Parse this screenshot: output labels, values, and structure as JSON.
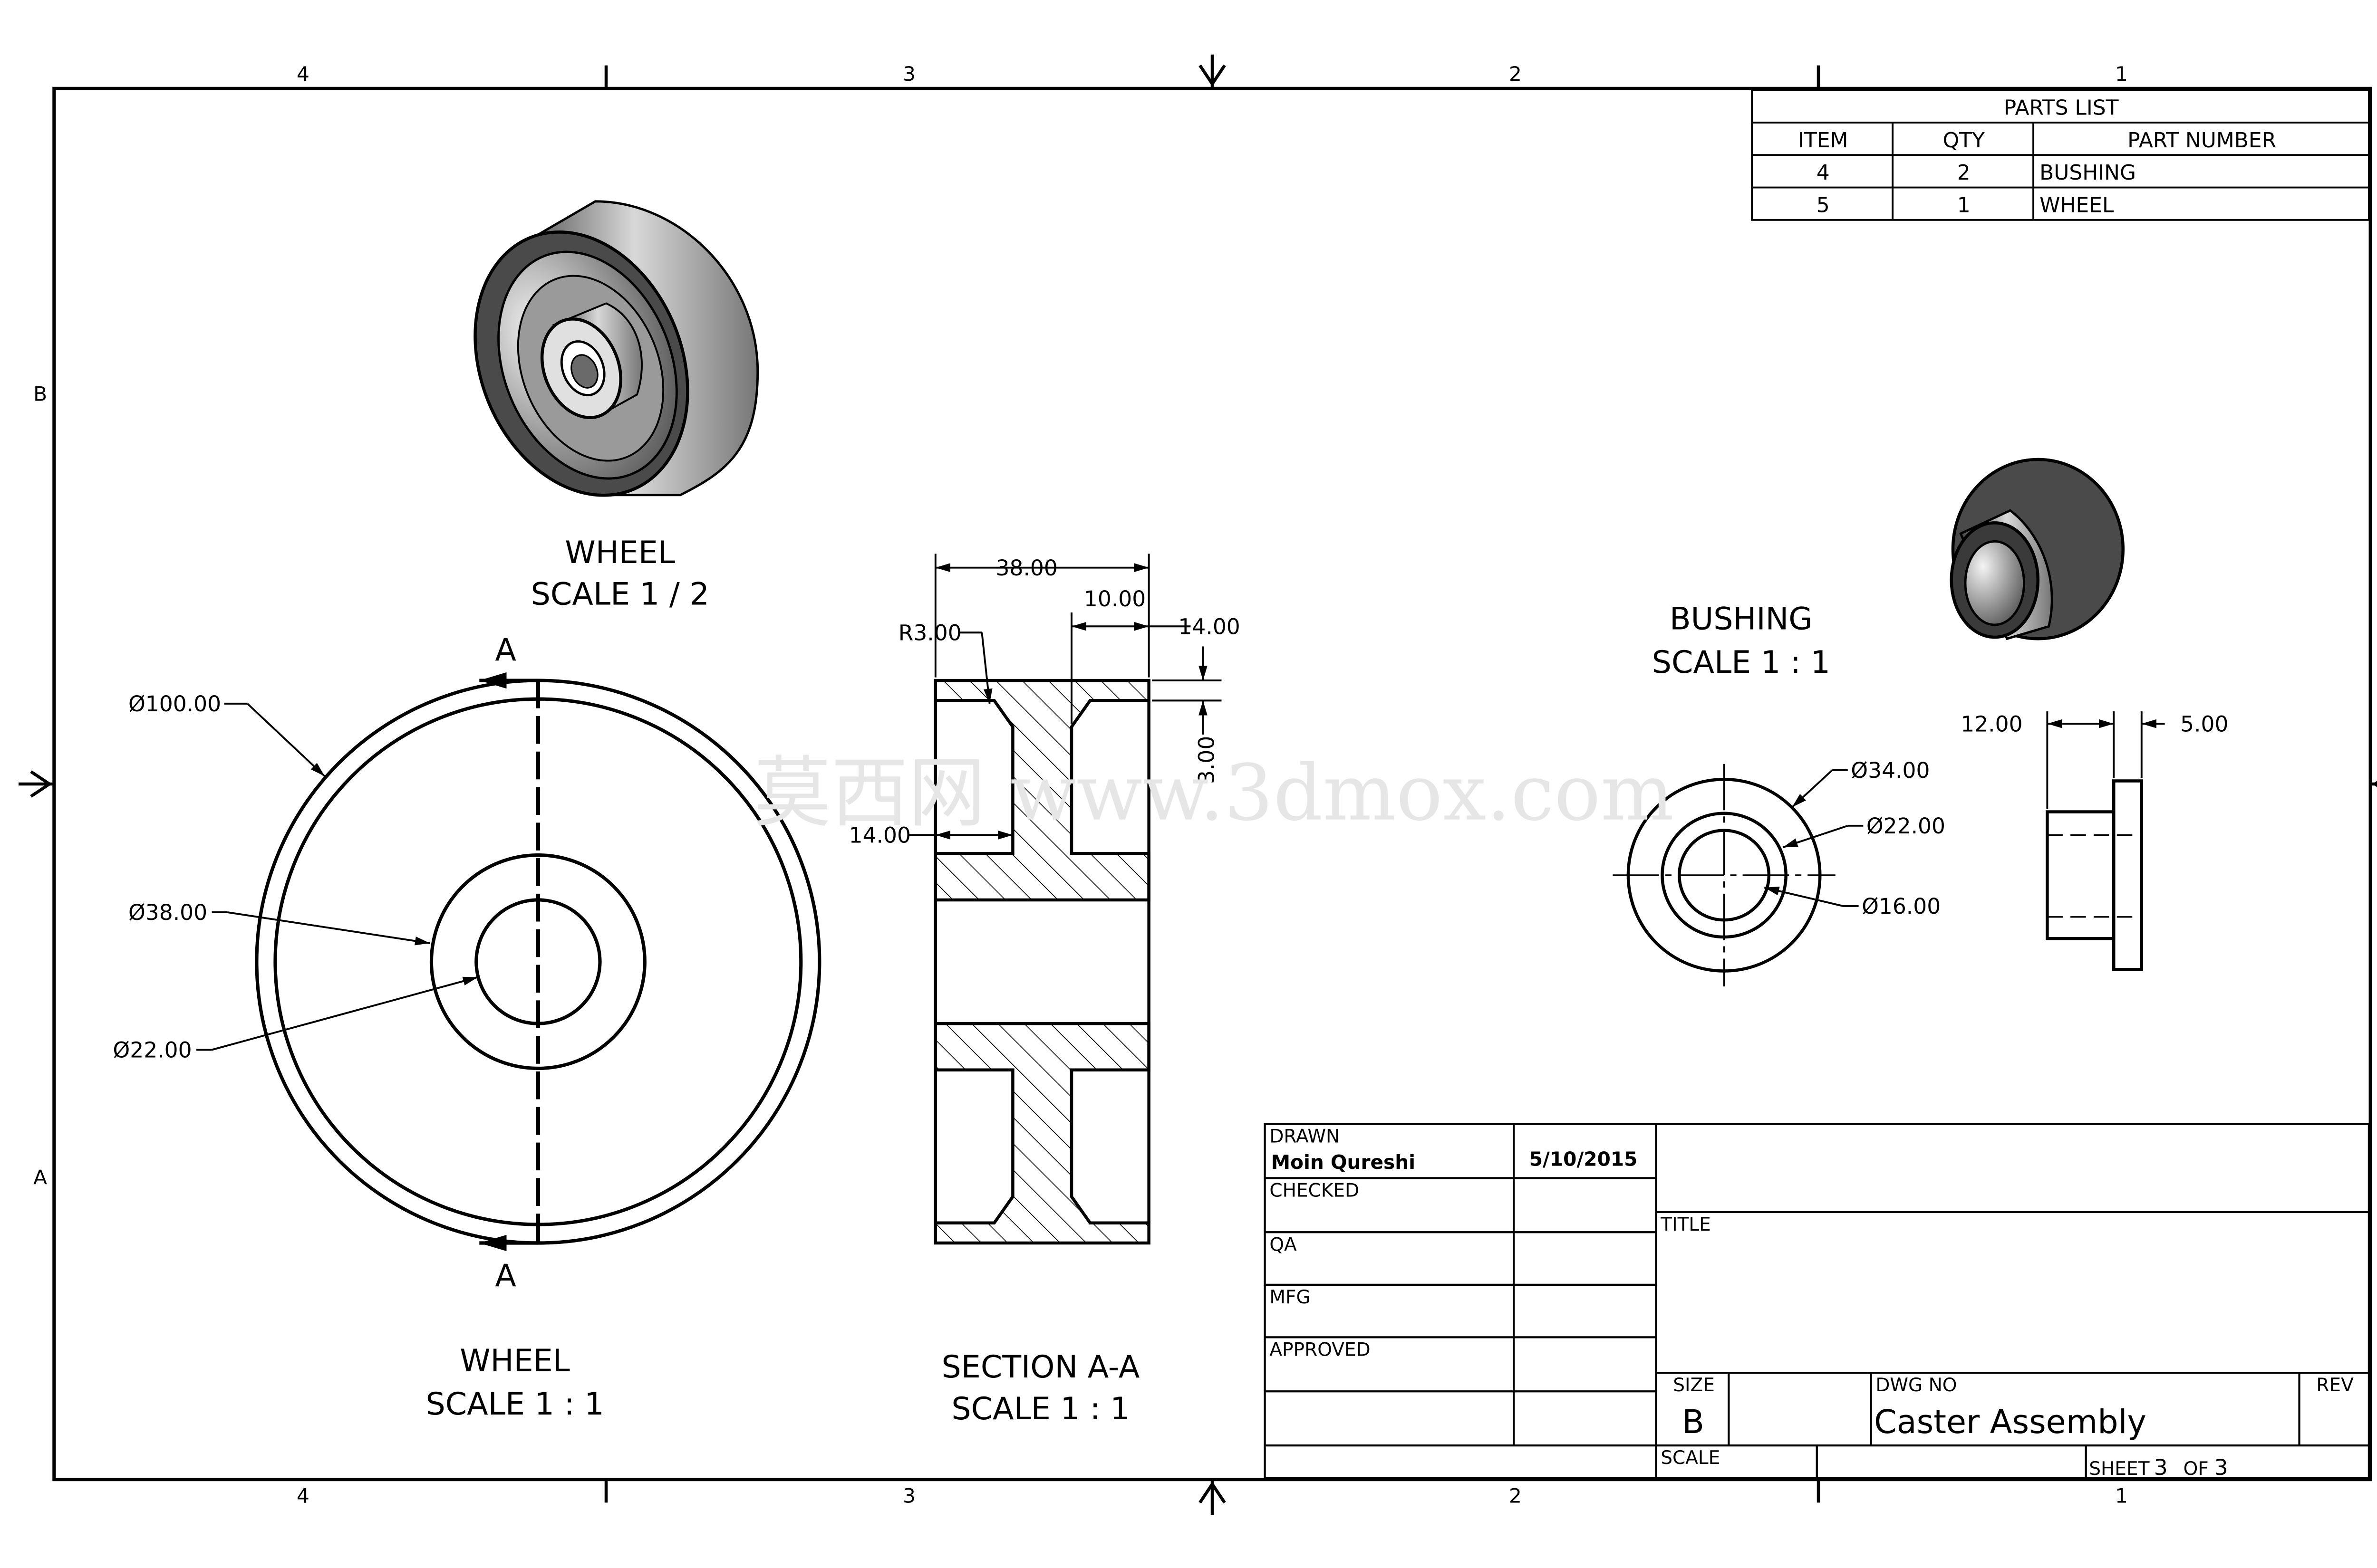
{
  "zones": {
    "cols": [
      "4",
      "3",
      "2",
      "1"
    ],
    "rows": [
      "B",
      "A"
    ]
  },
  "parts_list": {
    "title": "PARTS LIST",
    "headers": [
      "ITEM",
      "QTY",
      "PART NUMBER"
    ],
    "rows": [
      {
        "item": "4",
        "qty": "2",
        "part": "BUSHING"
      },
      {
        "item": "5",
        "qty": "1",
        "part": "WHEEL"
      }
    ]
  },
  "views": {
    "wheel_iso": {
      "name": "WHEEL",
      "scale": "SCALE 1 / 2"
    },
    "wheel_front": {
      "name": "WHEEL",
      "scale": "SCALE 1 : 1",
      "section_letter": "A"
    },
    "section": {
      "name": "SECTION A-A",
      "scale": "SCALE 1 : 1"
    },
    "bushing": {
      "name": "BUSHING",
      "scale": "SCALE 1 : 1"
    }
  },
  "dimensions": {
    "wheel_d100": "Ø100.00",
    "wheel_d38": "Ø38.00",
    "wheel_d22": "Ø22.00",
    "sec_38": "38.00",
    "sec_10": "10.00",
    "sec_14_top": "14.00",
    "sec_r3": "R3.00",
    "sec_3": "3.00",
    "sec_14_left": "14.00",
    "bush_d34": "Ø34.00",
    "bush_d22": "Ø22.00",
    "bush_d16": "Ø16.00",
    "bush_12": "12.00",
    "bush_5": "5.00"
  },
  "watermark": "莫西网 www.3dmox.com",
  "title_block": {
    "drawn_label": "DRAWN",
    "drawn_name": "Moin Qureshi",
    "drawn_date": "5/10/2015",
    "checked_label": "CHECKED",
    "qa_label": "QA",
    "mfg_label": "MFG",
    "approved_label": "APPROVED",
    "title_label": "TITLE",
    "size_label": "SIZE",
    "size_value": "B",
    "dwg_no_label": "DWG NO",
    "dwg_no_value": "Caster Assembly",
    "rev_label": "REV",
    "scale_label": "SCALE",
    "sheet_label": "SHEET",
    "sheet_num": "3",
    "of_label": "OF",
    "sheet_total": "3"
  }
}
